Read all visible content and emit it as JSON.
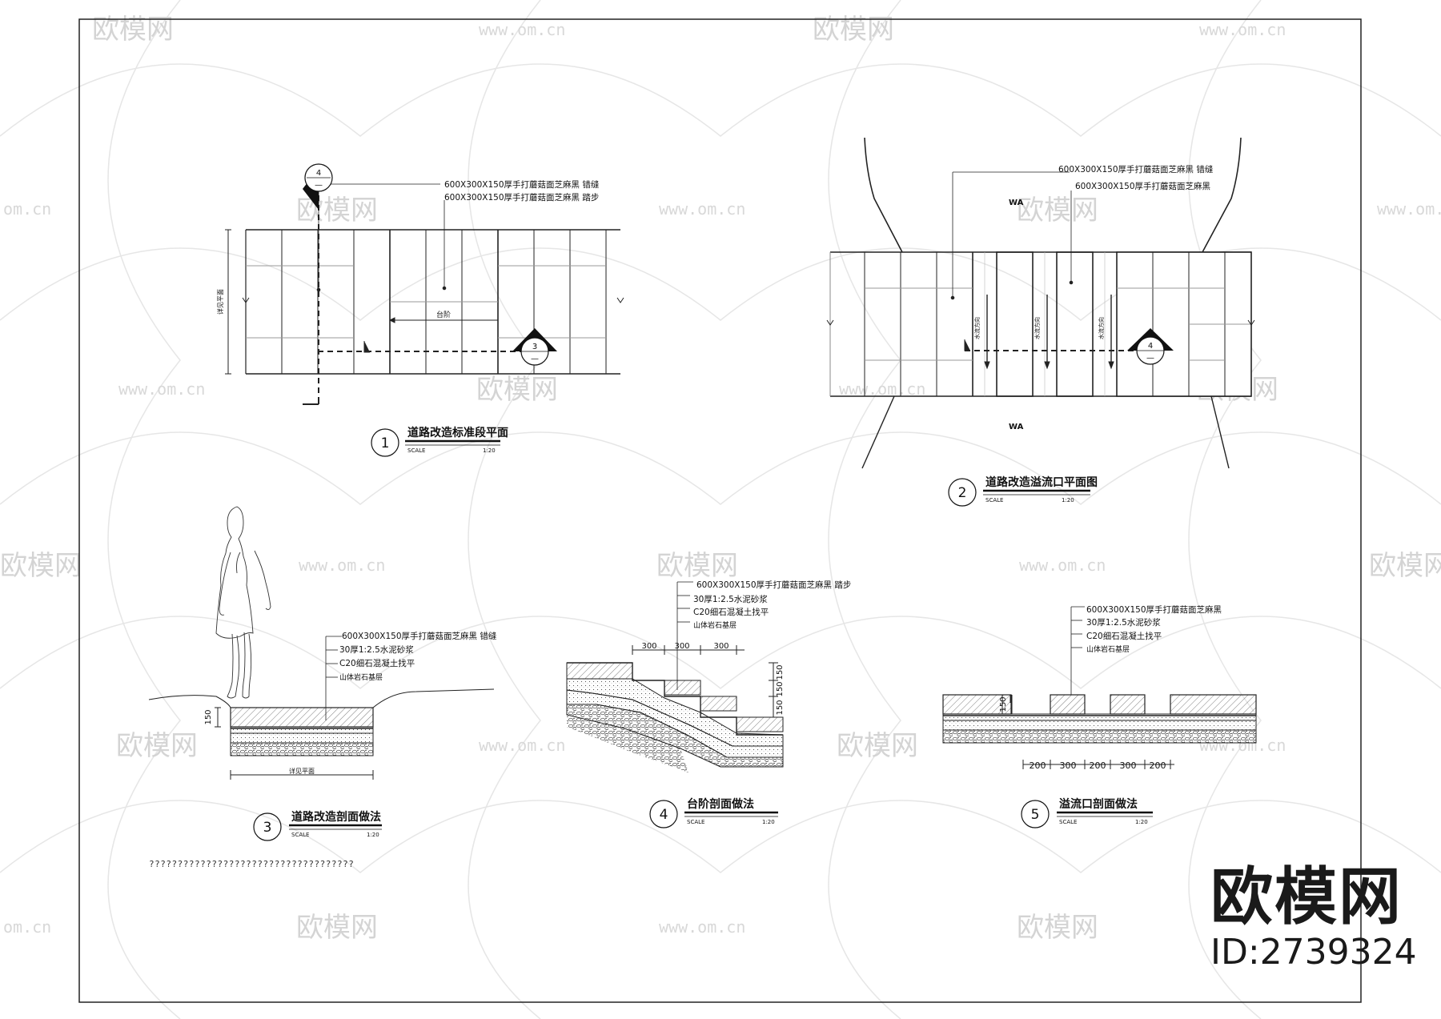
{
  "watermark": {
    "brand": "欧模网",
    "url": "www.om.cn",
    "url_short": "om.cn"
  },
  "corner_brand": {
    "logo": "欧模网",
    "id_text": "ID:2739324"
  },
  "drawings": [
    {
      "number": "1",
      "title": "道路改造标准段平面",
      "scale_label": "SCALE",
      "scale_value": "1:20",
      "notes": [
        "600X300X150厚手打蘑菇面芝麻黑 错缝",
        "600X300X150厚手打蘑菇面芝麻黑 踏步"
      ],
      "step_label": "台阶",
      "side_label": "详见平面",
      "section_marks": [
        {
          "top": "4",
          "bottom": "—"
        },
        {
          "top": "3",
          "bottom": "—"
        }
      ]
    },
    {
      "number": "2",
      "title": "道路改造溢流口平面图",
      "scale_label": "SCALE",
      "scale_value": "1:20",
      "notes": [
        "600X300X150厚手打蘑菇面芝麻黑 错缝",
        "600X300X150厚手打蘑菇面芝麻黑"
      ],
      "wa_labels": [
        "WA",
        "WA"
      ],
      "flow_labels": [
        "水流方向",
        "水流方向",
        "水流方向"
      ],
      "section_marks": [
        {
          "top": "4",
          "bottom": "—"
        }
      ]
    },
    {
      "number": "3",
      "title": "道路改造剖面做法",
      "scale_label": "SCALE",
      "scale_value": "1:20",
      "notes": [
        "600X300X150厚手打蘑菇面芝麻黑 错缝",
        "30厚1:2.5水泥砂浆",
        "C20细石混凝土找平",
        "山体岩石基层"
      ],
      "dim_150": "150",
      "bottom_label": "详见平面"
    },
    {
      "number": "4",
      "title": "台阶剖面做法",
      "scale_label": "SCALE",
      "scale_value": "1:20",
      "notes": [
        "600X300X150厚手打蘑菇面芝麻黑 踏步",
        "30厚1:2.5水泥砂浆",
        "C20细石混凝土找平",
        "山体岩石基层"
      ],
      "dims_h": [
        "300",
        "300",
        "300"
      ],
      "dims_v": [
        "150",
        "150",
        "150"
      ]
    },
    {
      "number": "5",
      "title": "溢流口剖面做法",
      "scale_label": "SCALE",
      "scale_value": "1:20",
      "notes": [
        "600X300X150厚手打蘑菇面芝麻黑",
        "30厚1:2.5水泥砂浆",
        "C20细石混凝土找平",
        "山体岩石基层"
      ],
      "dim_150": "150",
      "dims_h": [
        "200",
        "300",
        "200",
        "300",
        "200"
      ]
    }
  ],
  "footnote": "????????????????????????????????????"
}
